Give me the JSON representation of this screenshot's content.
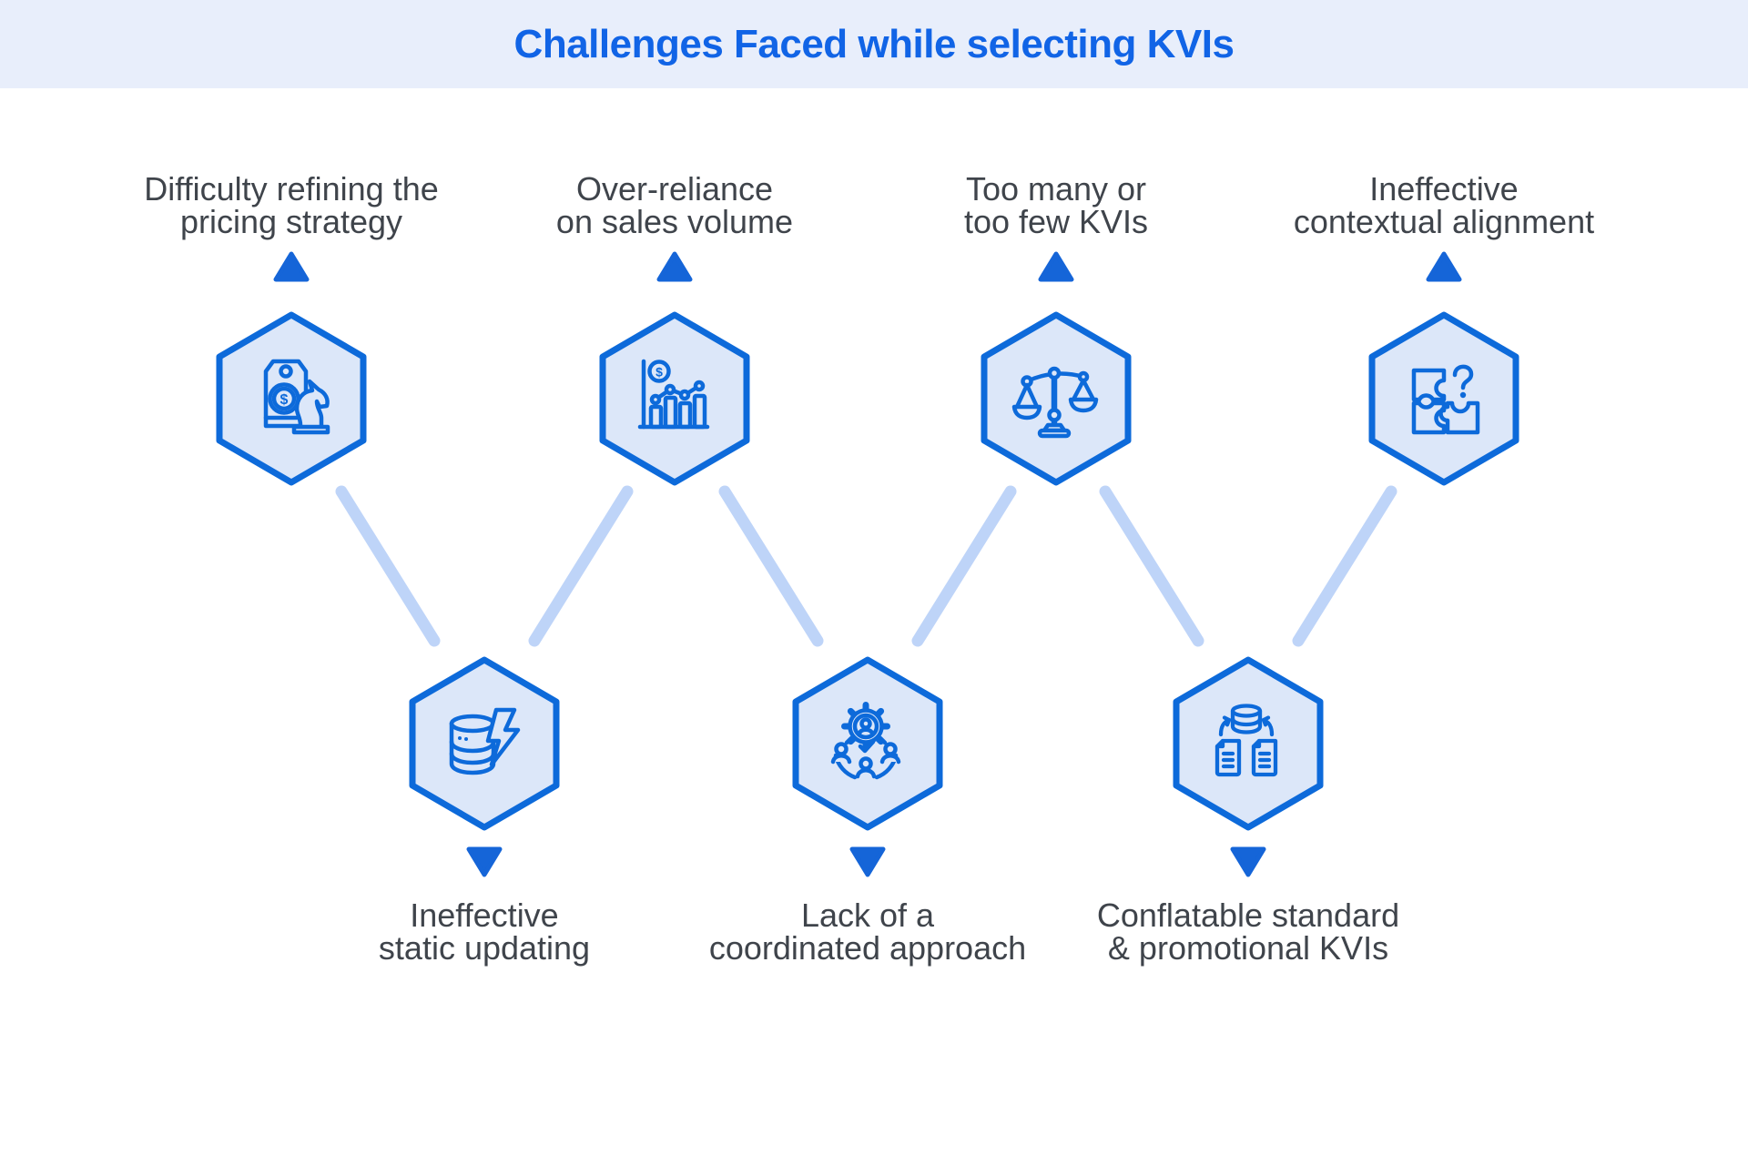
{
  "header": {
    "title": "Challenges Faced while selecting KVIs"
  },
  "top_nodes": [
    {
      "label": {
        "line1": "Difficulty refining the",
        "line2": "pricing strategy"
      },
      "icon": "price-tag-chess-knight-icon"
    },
    {
      "label": {
        "line1": "Over-reliance",
        "line2": "on sales volume"
      },
      "icon": "sales-bar-chart-dollar-icon"
    },
    {
      "label": {
        "line1": "Too many or",
        "line2": "too few KVIs"
      },
      "icon": "balance-scale-icon"
    },
    {
      "label": {
        "line1": "Ineffective",
        "line2": "contextual alignment"
      },
      "icon": "puzzle-question-mark-icon"
    }
  ],
  "bottom_nodes": [
    {
      "label": {
        "line1": "Ineffective",
        "line2": "static updating"
      },
      "icon": "database-lightning-icon"
    },
    {
      "label": {
        "line1": "Lack of a",
        "line2": "coordinated approach"
      },
      "icon": "team-coordination-gear-icon"
    },
    {
      "label": {
        "line1": "Conflatable standard",
        "line2": "& promotional KVIs"
      },
      "icon": "data-sync-documents-icon"
    }
  ],
  "glyphs": {
    "dollar": "$"
  },
  "colors": {
    "header_background": "#e8eefb",
    "title_text": "#1164e6",
    "label_text": "#3f444b",
    "hexagon_fill": "#dce7f9",
    "hexagon_border": "#0d6ada",
    "icon_stroke": "#0d6ada",
    "triangle": "#1565d8",
    "connector_line": "#bed4f8",
    "background": "#ffffff"
  }
}
